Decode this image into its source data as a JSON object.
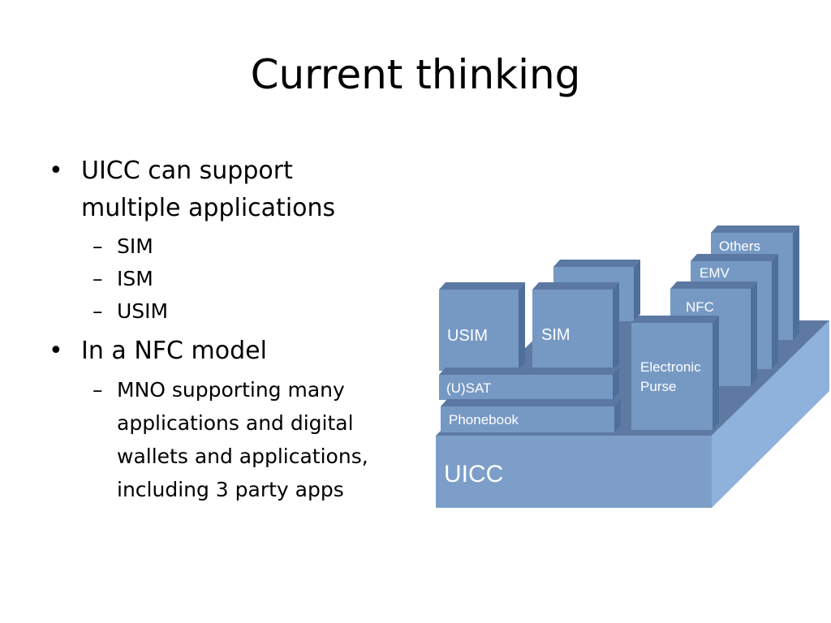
{
  "slide": {
    "title": "Current thinking",
    "bullets": [
      {
        "text_line1": "UICC can support",
        "text_line2": "multiple applications"
      },
      {
        "text": "In a NFC model"
      }
    ],
    "sub_bullets_1": [
      "SIM",
      "ISM",
      "USIM"
    ],
    "sub_bullet_2": {
      "line1": "MNO supporting many",
      "line2": "applications and digital",
      "line3": "wallets and applications,",
      "line4": "including 3 party apps"
    },
    "bullet_glyph": "•",
    "dash_glyph": "–"
  },
  "diagram": {
    "base_label": "UICC",
    "blocks": {
      "usim": "USIM",
      "sim": "SIM",
      "usat": "(U)SAT",
      "phonebook": "Phonebook",
      "epurse_line1": "Electronic",
      "epurse_line2": "Purse",
      "nfc": "NFC",
      "emv": "EMV",
      "others": "Others"
    },
    "colors": {
      "front": "#7699c4",
      "top": "#5b78a3",
      "side": "#4f6f9b",
      "base_top": "#5e7aa3",
      "base_front": "#7c9ec8",
      "base_side": "#8fb2dc",
      "text": "#ffffff"
    }
  }
}
